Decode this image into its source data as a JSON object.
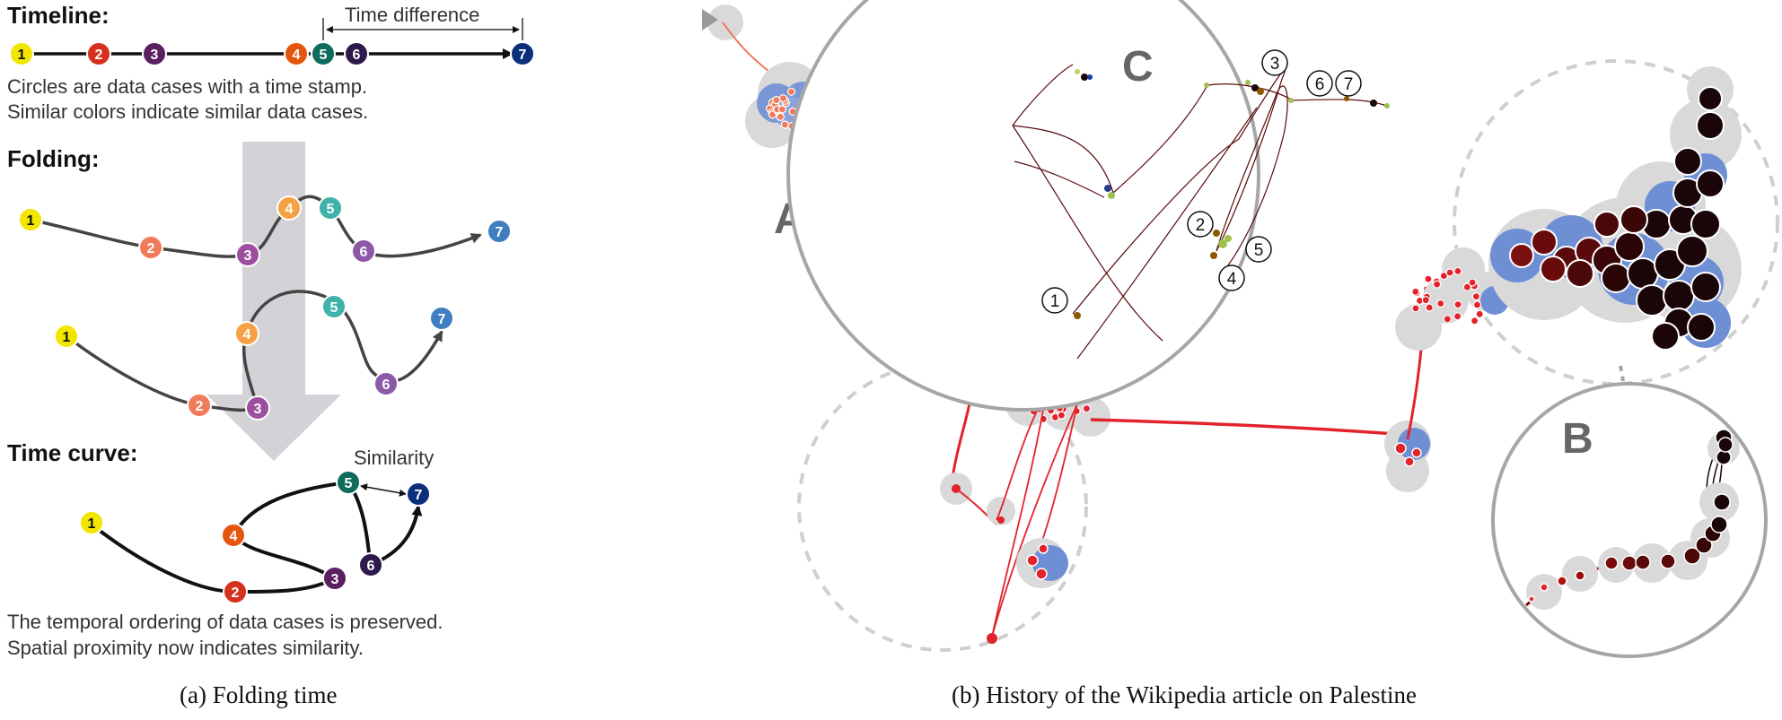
{
  "panel_a": {
    "timeline": {
      "heading": "Timeline:",
      "time_difference_label": "Time difference",
      "description_line1": "Circles are data cases with a time stamp.",
      "description_line2": "Similar colors indicate similar data cases.",
      "nodes": [
        {
          "label": "1",
          "color": "#f2e600",
          "text_color": "#111111"
        },
        {
          "label": "2",
          "color": "#d7301f",
          "text_color": "#ffffff"
        },
        {
          "label": "3",
          "color": "#5a1f5e",
          "text_color": "#ffffff"
        },
        {
          "label": "4",
          "color": "#e6550d",
          "text_color": "#ffffff"
        },
        {
          "label": "5",
          "color": "#0f6b5e",
          "text_color": "#ffffff"
        },
        {
          "label": "6",
          "color": "#2e1a4a",
          "text_color": "#ffffff"
        },
        {
          "label": "7",
          "color": "#0b2f7a",
          "text_color": "#ffffff"
        }
      ]
    },
    "folding": {
      "heading": "Folding:",
      "node_colors": [
        "#f2e600",
        "#f07a5a",
        "#9b4f9e",
        "#f4a144",
        "#3fb3aa",
        "#8b59a8",
        "#3f7fc1"
      ]
    },
    "time_curve": {
      "heading": "Time curve:",
      "similarity_label": "Similarity",
      "description_line1": "The temporal ordering of data cases is preserved.",
      "description_line2": "Spatial proximity now indicates similarity."
    },
    "caption": "(a)  Folding time"
  },
  "panel_b": {
    "zoom_labels": {
      "a": "A",
      "b": "B",
      "c": "C"
    },
    "zoom_c_markers": [
      "1",
      "2",
      "3",
      "4",
      "5",
      "6",
      "7"
    ],
    "colors": {
      "halo": "#d9d9d9",
      "blue_halo": "#6f8fd4",
      "red": "#e3232c",
      "dark_red": "#5a0a0a",
      "black": "#1a0508",
      "circle_border": "#a6a6a6",
      "salmon": "#f07a5a"
    },
    "caption": "(b)  History of the Wikipedia article on Palestine"
  }
}
